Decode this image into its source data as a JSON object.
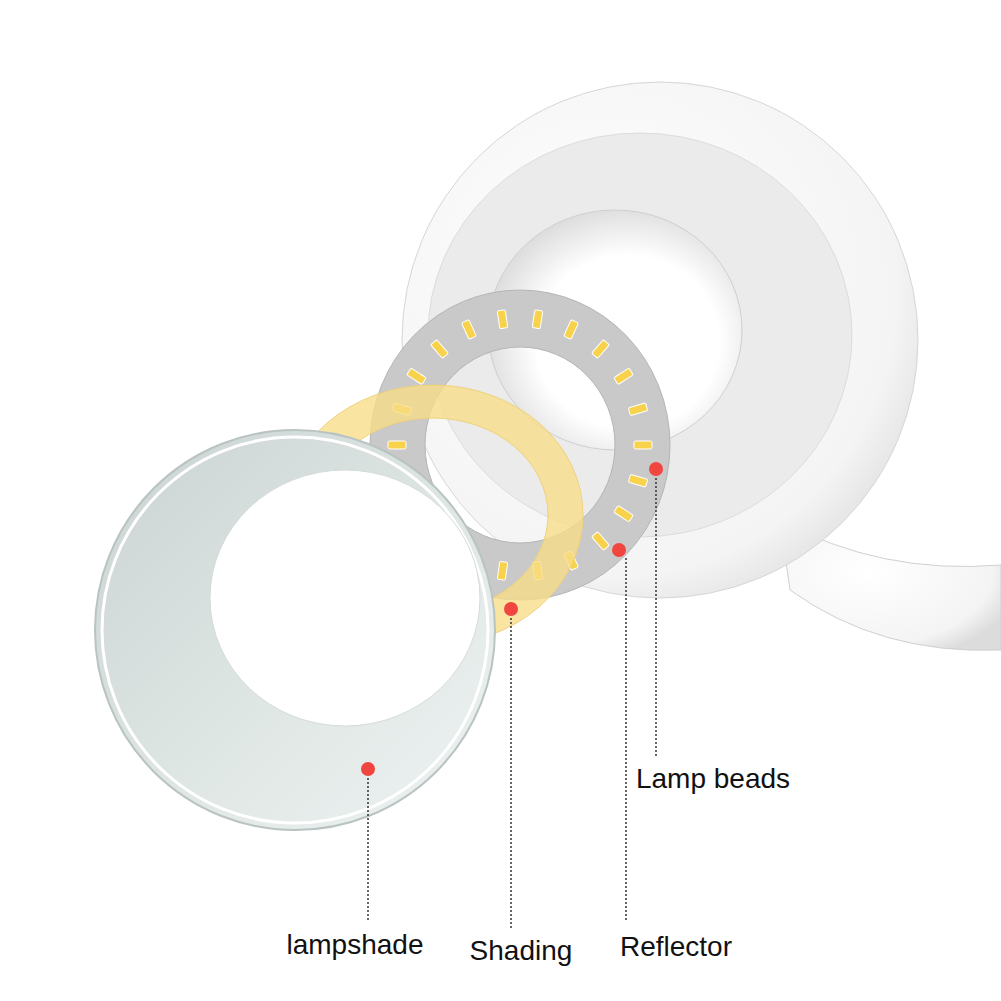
{
  "diagram": {
    "labels": [
      "lampshade",
      "Shading",
      "Reflector",
      "Lamp beads"
    ]
  }
}
